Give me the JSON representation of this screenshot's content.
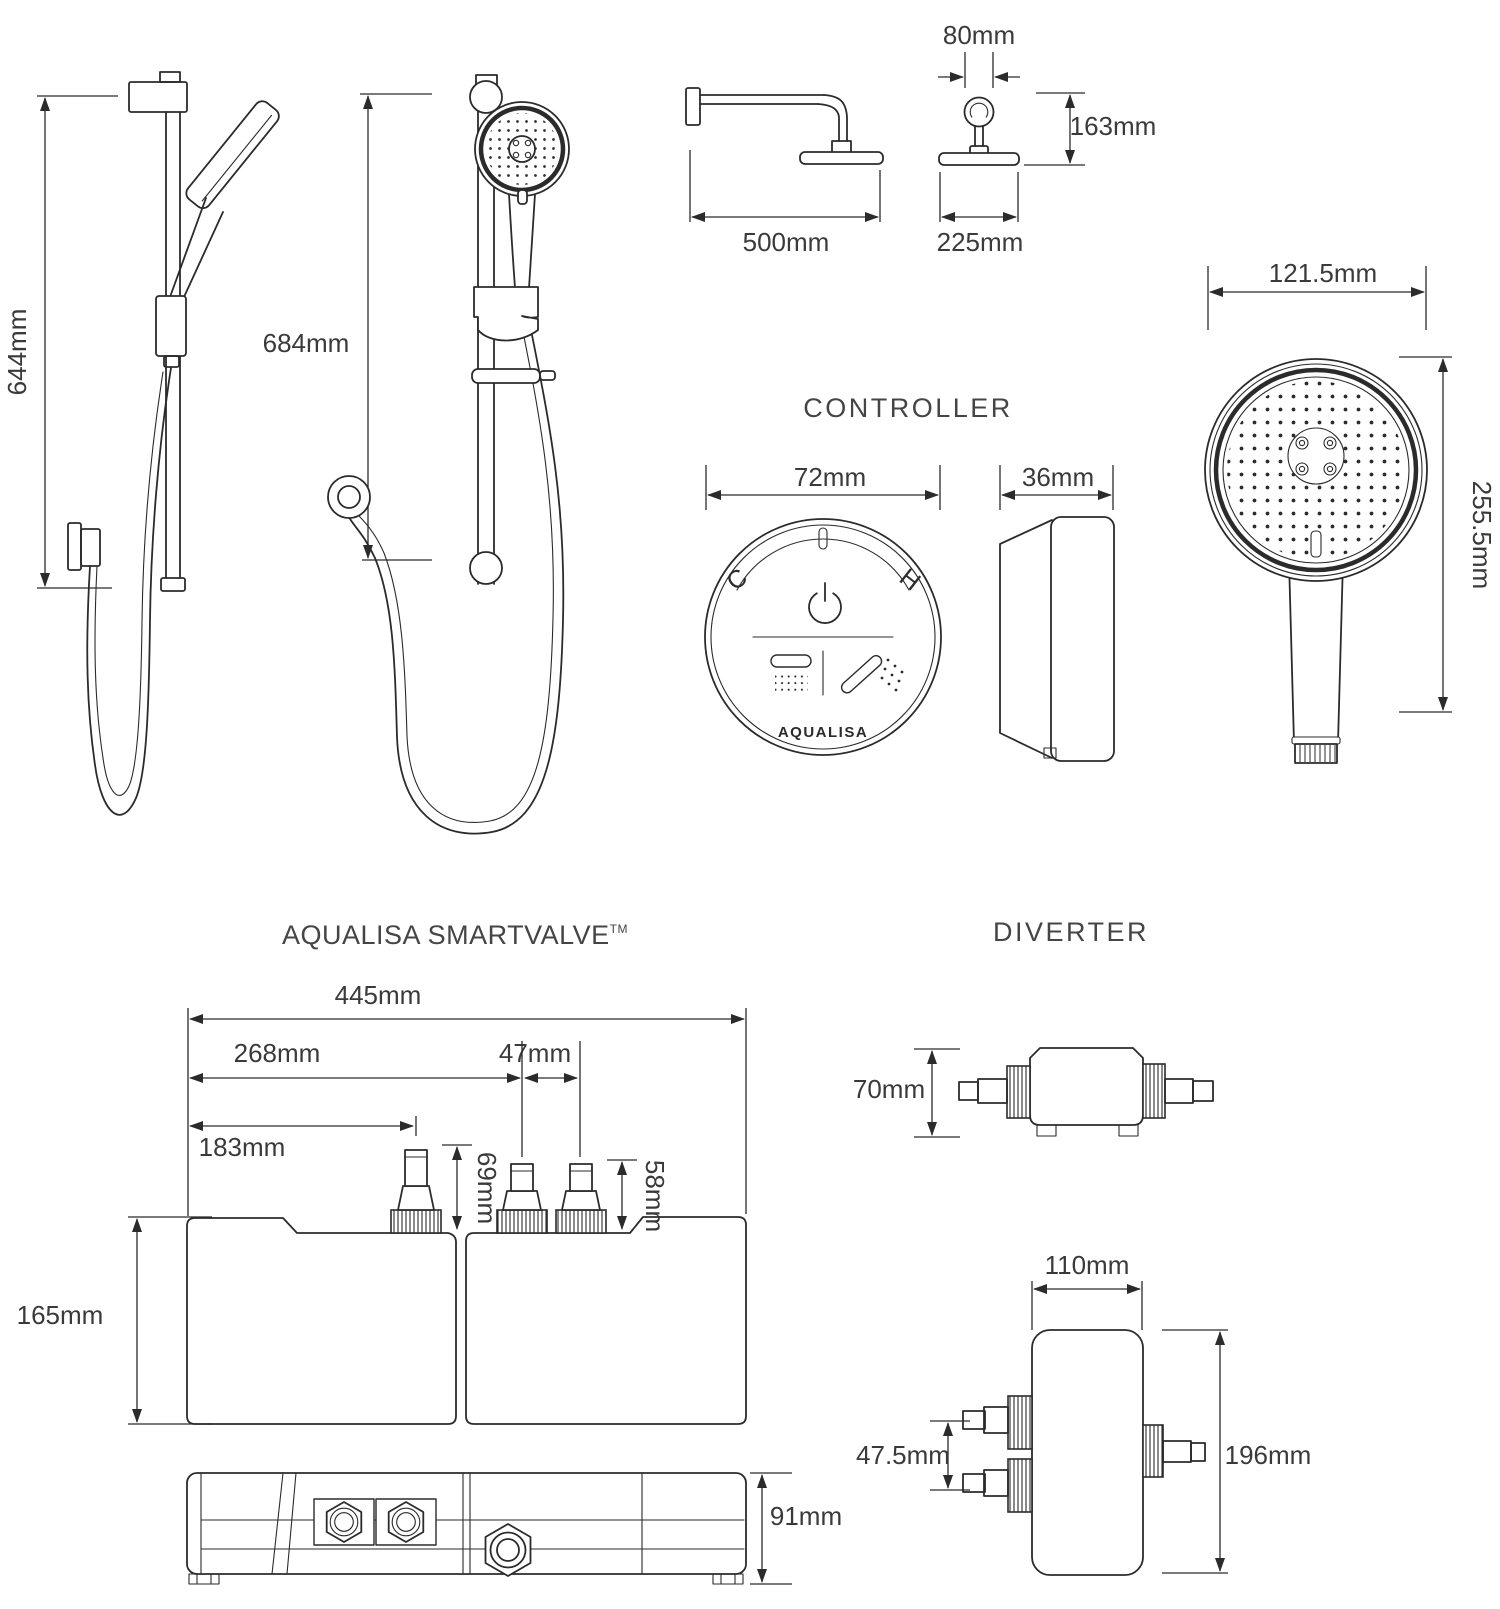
{
  "page": {
    "background": "#ffffff",
    "line_color": "#2b2b2b",
    "text_color": "#3a3a3a"
  },
  "sections": {
    "shower_rail_kit": {
      "angled_view": {
        "height_dim": "644mm"
      },
      "front_view": {
        "height_dim": "684mm"
      }
    },
    "fixed_head": {
      "side_view": {
        "arm_length_dim": "500mm"
      },
      "front_view": {
        "pipe_width_dim": "80mm",
        "drop_height_dim": "163mm",
        "head_width_dim": "225mm"
      }
    },
    "controller": {
      "title": "CONTROLLER",
      "face": {
        "width_dim": "72mm",
        "cold_label": "C",
        "hot_label": "H",
        "brand": "AQUALISA"
      },
      "side": {
        "depth_dim": "36mm"
      }
    },
    "handset": {
      "width_dim": "121.5mm",
      "length_dim": "255.5mm"
    },
    "smartvalve": {
      "title": "AQUALISA SMARTVALVE",
      "trademark": "TM",
      "front": {
        "overall_width_dim": "445mm",
        "outlet_offset_dim": "268mm",
        "outlet_gap_dim": "47mm",
        "inlet_offset_dim": "183mm",
        "inlet_height_dim": "69mm",
        "outlet_height_dim": "58mm",
        "body_height_dim": "165mm"
      },
      "bottom": {
        "depth_dim": "91mm"
      }
    },
    "diverter": {
      "title": "DIVERTER",
      "side": {
        "body_height_dim": "70mm"
      },
      "front": {
        "body_width_dim": "110mm",
        "port_spacing_dim": "47.5mm",
        "body_height_dim": "196mm"
      }
    }
  }
}
